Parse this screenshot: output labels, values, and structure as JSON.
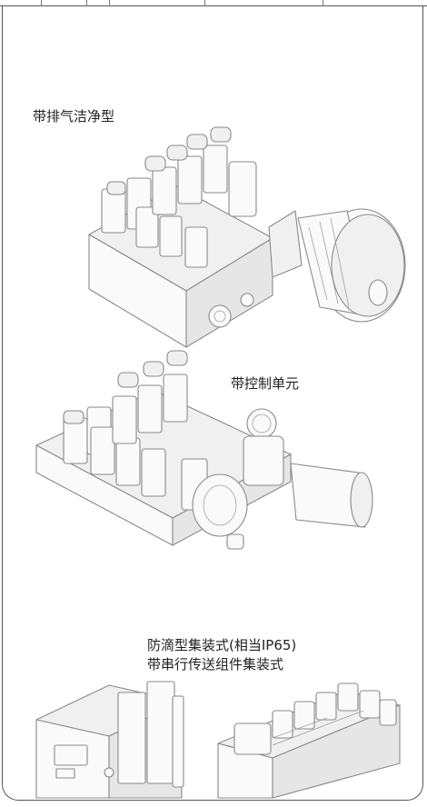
{
  "labels": {
    "exhaust_cleaner": "带排气洁净型",
    "control_unit": "带控制单元",
    "drip_proof_line1": "防滴型集装式(相当IP65)",
    "drip_proof_line2": "带串行传送组件集装式"
  }
}
